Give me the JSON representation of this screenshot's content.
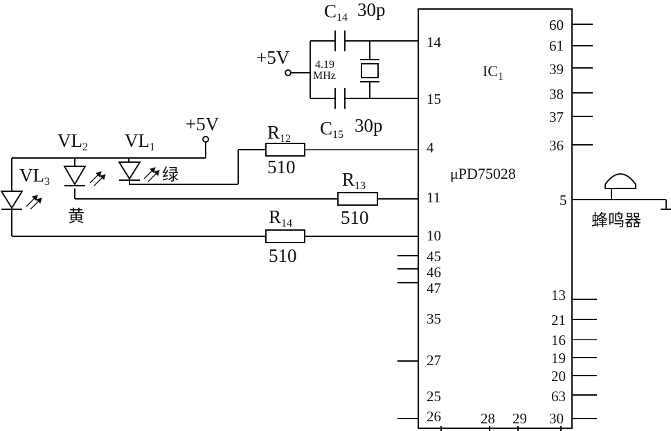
{
  "ic": {
    "ref": "IC",
    "ref_sub": "1",
    "part": "μPD75028"
  },
  "left_pins": [
    "14",
    "15",
    "4",
    "11",
    "10",
    "45",
    "46",
    "47",
    "35",
    "27",
    "25",
    "26"
  ],
  "right_pins": [
    "60",
    "61",
    "39",
    "38",
    "37",
    "36",
    "5",
    "13",
    "21",
    "16",
    "19",
    "20",
    "63",
    "30"
  ],
  "bottom_pins": [
    "28",
    "29"
  ],
  "crystal": {
    "freq": "4.19",
    "unit": "MHz"
  },
  "caps": [
    {
      "ref": "C",
      "sub": "14",
      "value": "30p"
    },
    {
      "ref": "C",
      "sub": "15",
      "value": "30p"
    }
  ],
  "resistors": [
    {
      "ref": "R",
      "sub": "12",
      "value": "510"
    },
    {
      "ref": "R",
      "sub": "13",
      "value": "510"
    },
    {
      "ref": "R",
      "sub": "14",
      "value": "510"
    }
  ],
  "leds": [
    {
      "ref": "VL",
      "sub": "1",
      "color": "绿"
    },
    {
      "ref": "VL",
      "sub": "2",
      "color": "黄"
    },
    {
      "ref": "VL",
      "sub": "3",
      "color": ""
    }
  ],
  "supply_labels": [
    "+5V",
    "+5V"
  ],
  "buzzer": {
    "label": "蜂鸣器"
  }
}
